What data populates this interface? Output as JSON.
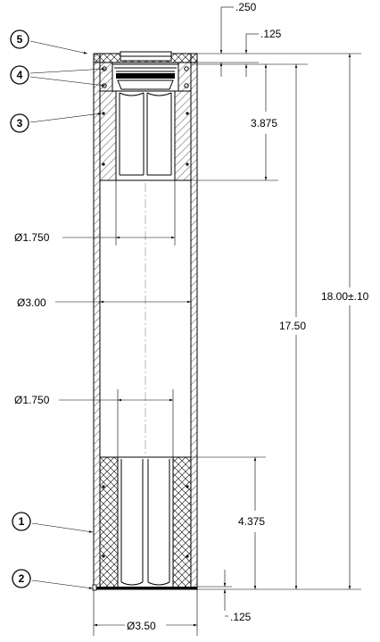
{
  "balloons": [
    {
      "id": "5"
    },
    {
      "id": "4"
    },
    {
      "id": "3"
    },
    {
      "id": "1"
    },
    {
      "id": "2"
    }
  ],
  "dimensions": {
    "top_step": ".250",
    "top_offset": ".125",
    "upper_insert_length": "3.875",
    "inner_diameter_upper": "Ø1.750",
    "tube_diameter": "Ø3.00",
    "inner_diameter_lower": "Ø1.750",
    "overall_length": "18.00±.10",
    "inner_length": "17.50",
    "lower_insert_length": "4.375",
    "bottom_offset": ".125",
    "outer_diameter": "Ø3.50"
  }
}
